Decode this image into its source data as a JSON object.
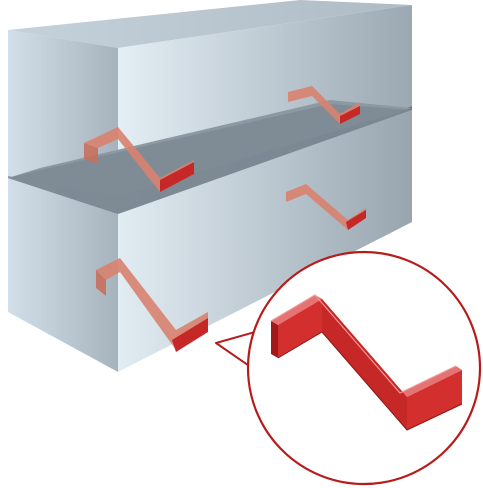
{
  "diagram": {
    "colors": {
      "block_front_light": "#dde9f1",
      "block_front_dark": "#9eaab4",
      "block_side_light": "#c8d6e0",
      "block_side_dark": "#a3b0ba",
      "block_top": "#b8c6d1",
      "gap_shadow": "#7f8c96",
      "clip_fill": "#d9826f",
      "clip_edge": "#c0392b",
      "clip_end": "#c62828",
      "callout_stroke": "#b71c1c",
      "callout_bg": "#ffffff",
      "zoom_clip_face": "#d32f2f",
      "zoom_clip_top": "#e57373",
      "zoom_clip_side": "#a31919"
    },
    "blocks": [
      {
        "name": "upper-block",
        "clips": 2
      },
      {
        "name": "lower-block",
        "clips": 2
      }
    ],
    "callout": {
      "shows": "z-shaped-clip",
      "magnified": true
    }
  }
}
